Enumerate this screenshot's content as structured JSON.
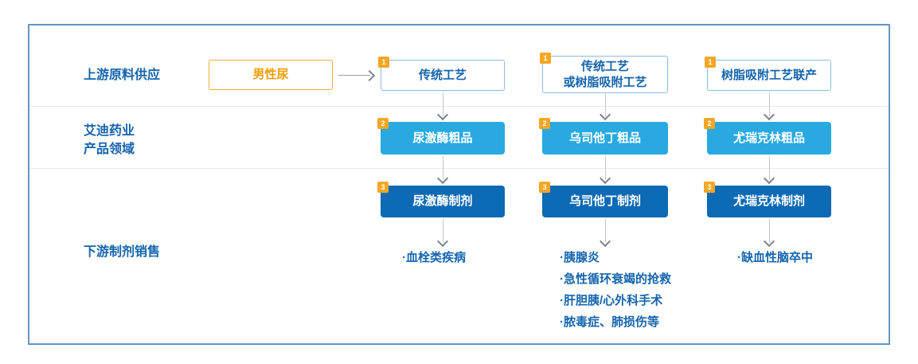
{
  "rows": {
    "upstream_label": "上游原料供应",
    "company_label_line1": "艾迪药业",
    "company_label_line2": "产品领域",
    "downstream_label": "下游制剂销售"
  },
  "source": {
    "label": "男性尿"
  },
  "badges": {
    "step1": "1",
    "step2": "2",
    "step3": "3"
  },
  "columns": [
    {
      "process_line1": "传统工艺",
      "crude": "尿激酶粗品",
      "preparation": "尿激酶制剂",
      "indications": [
        "·血栓类疾病"
      ]
    },
    {
      "process_line1": "传统工艺",
      "process_line2": "或树脂吸附工艺",
      "crude": "乌司他丁粗品",
      "preparation": "乌司他丁制剂",
      "indications": [
        "·胰腺炎",
        "·急性循环衰竭的抢救",
        "·肝胆胰/心外科手术",
        "·脓毒症、肺损伤等"
      ]
    },
    {
      "process_line1": "树脂吸附工艺联产",
      "crude": "尤瑞克林粗品",
      "preparation": "尤瑞克林制剂",
      "indications": [
        "·缺血性脑卒中"
      ]
    }
  ],
  "colors": {
    "frame_border": "#6496c1",
    "accent_orange": "#f5a623",
    "orange_text": "#f59a00",
    "light_blue_fill": "#29a9e0",
    "dark_blue_fill": "#0d6ab4",
    "label_blue": "#1464ac",
    "arrow_gray": "#7d858d"
  }
}
